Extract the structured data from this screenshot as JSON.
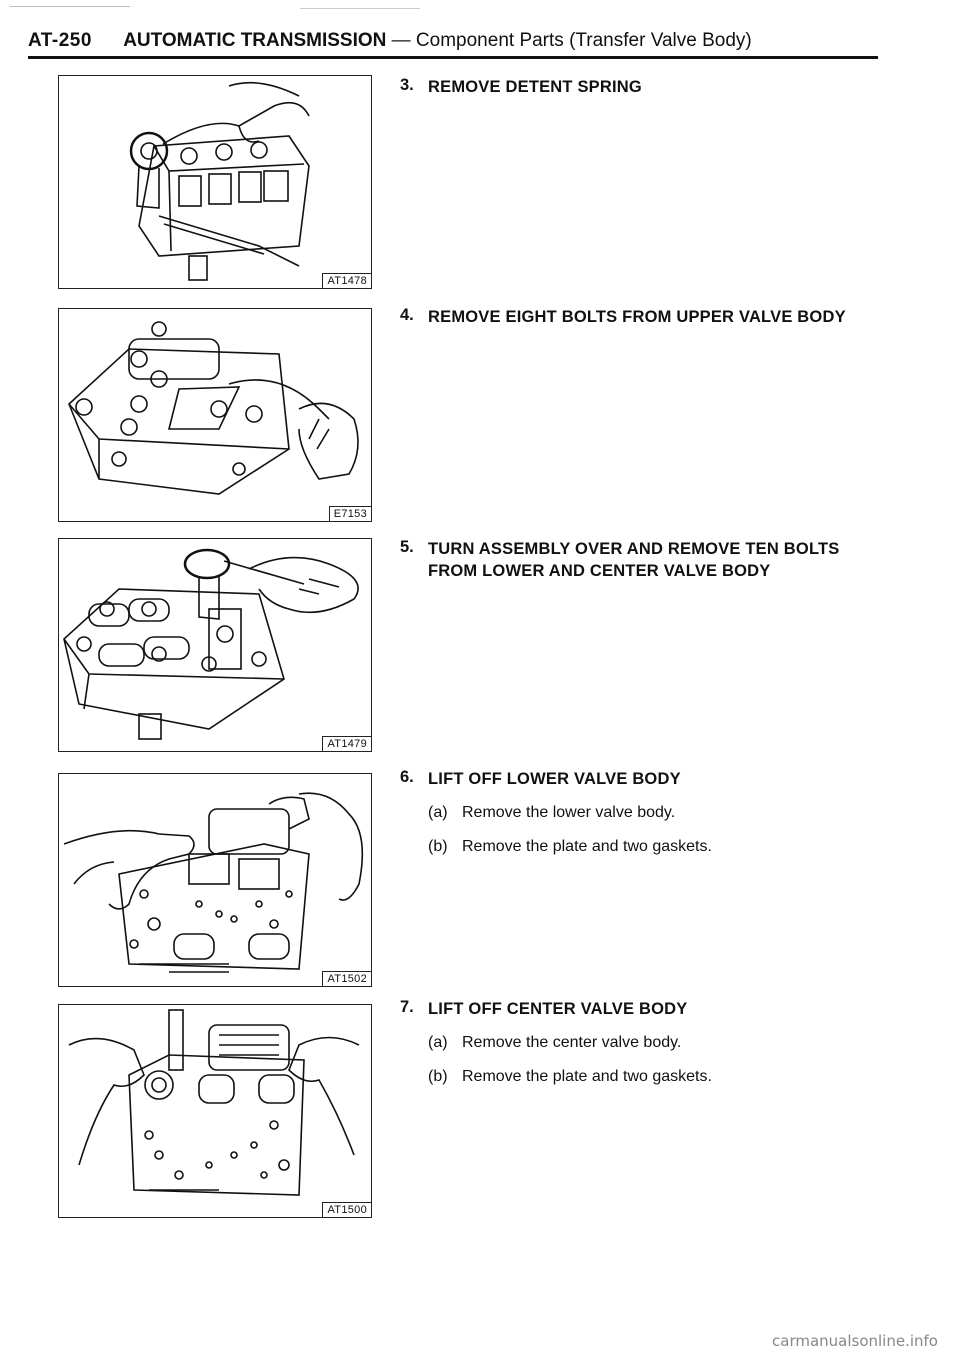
{
  "header": {
    "page": "AT-250",
    "title": "AUTOMATIC TRANSMISSION",
    "subtitle": " — Component Parts (Transfer Valve Body)"
  },
  "figures": [
    {
      "code": "AT1478",
      "icon": "ratchet-wrench-on-valve-body"
    },
    {
      "code": "E7153",
      "icon": "hand-removing-bolts-upper-valve-body"
    },
    {
      "code": "AT1479",
      "icon": "ratchet-wrench-on-valve-body"
    },
    {
      "code": "AT1502",
      "icon": "hands-lifting-lower-valve-body"
    },
    {
      "code": "AT1500",
      "icon": "hands-lifting-center-valve-body"
    }
  ],
  "steps": [
    {
      "num": "3.",
      "heading": "REMOVE DETENT SPRING",
      "subs": []
    },
    {
      "num": "4.",
      "heading": "REMOVE EIGHT BOLTS FROM UPPER VALVE BODY",
      "subs": []
    },
    {
      "num": "5.",
      "heading": "TURN ASSEMBLY OVER AND REMOVE TEN BOLTS FROM LOWER AND CENTER VALVE BODY",
      "subs": []
    },
    {
      "num": "6.",
      "heading": "LIFT OFF LOWER VALVE BODY",
      "subs": [
        {
          "label": "(a)",
          "text": "Remove the lower valve body."
        },
        {
          "label": "(b)",
          "text": "Remove the plate and two gaskets."
        }
      ]
    },
    {
      "num": "7.",
      "heading": "LIFT OFF CENTER VALVE BODY",
      "subs": [
        {
          "label": "(a)",
          "text": "Remove the center valve body."
        },
        {
          "label": "(b)",
          "text": "Remove the plate and two gaskets."
        }
      ]
    }
  ],
  "footer": "carmanualsonline.info"
}
